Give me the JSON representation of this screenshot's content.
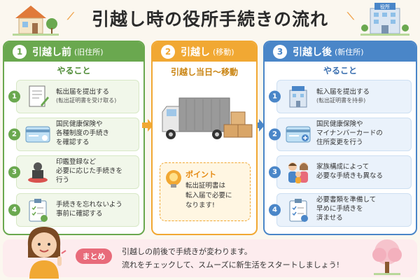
{
  "title": "引越し時の役所手続きの流れ",
  "office_sign": "役所",
  "columns": {
    "before": {
      "number": "1",
      "label": "引越し前",
      "sub": "(旧住所)",
      "section": "やること",
      "steps": [
        {
          "n": "1",
          "line1": "転出届を提出する",
          "line2": "(転出証明書を受け取る)"
        },
        {
          "n": "2",
          "line1": "国民健康保険や",
          "line2": "各種制度の手続き",
          "line3": "を確認する"
        },
        {
          "n": "3",
          "line1": "印鑑登録など",
          "line2": "必要に応じた手続きを",
          "line3": "行う"
        },
        {
          "n": "4",
          "line1": "手続きを忘れないよう",
          "line2": "事前に確認する"
        }
      ]
    },
    "moving": {
      "number": "2",
      "label": "引越し",
      "sub": "(移動)",
      "section": "引越し当日〜移動",
      "point_title": "ポイント",
      "point_lines": [
        "転出証明書は",
        "転入届で必要に",
        "なります!"
      ]
    },
    "after": {
      "number": "3",
      "label": "引越し後",
      "sub": "(新住所)",
      "section": "やること",
      "steps": [
        {
          "n": "1",
          "line1": "転入届を提出する",
          "line2": "(転出証明書を持参)"
        },
        {
          "n": "2",
          "line1": "国民健康保険や",
          "line2": "マイナンバーカードの",
          "line3": "住所変更を行う"
        },
        {
          "n": "3",
          "line1": "家族構成によって",
          "line2": "必要な手続きも異なる"
        },
        {
          "n": "4",
          "line1": "必要書類を準備して",
          "line2": "早めに手続きを",
          "line3": "済ませる"
        }
      ]
    }
  },
  "summary": {
    "tag": "まとめ",
    "line1": "引越しの前後で手続きが変わります。",
    "line2": "流れをチェックして、スムーズに新生活をスタートしましょう!"
  },
  "colors": {
    "green": "#6aa84f",
    "orange": "#f1a833",
    "blue": "#4a86c8",
    "pink": "#e86b7a"
  }
}
